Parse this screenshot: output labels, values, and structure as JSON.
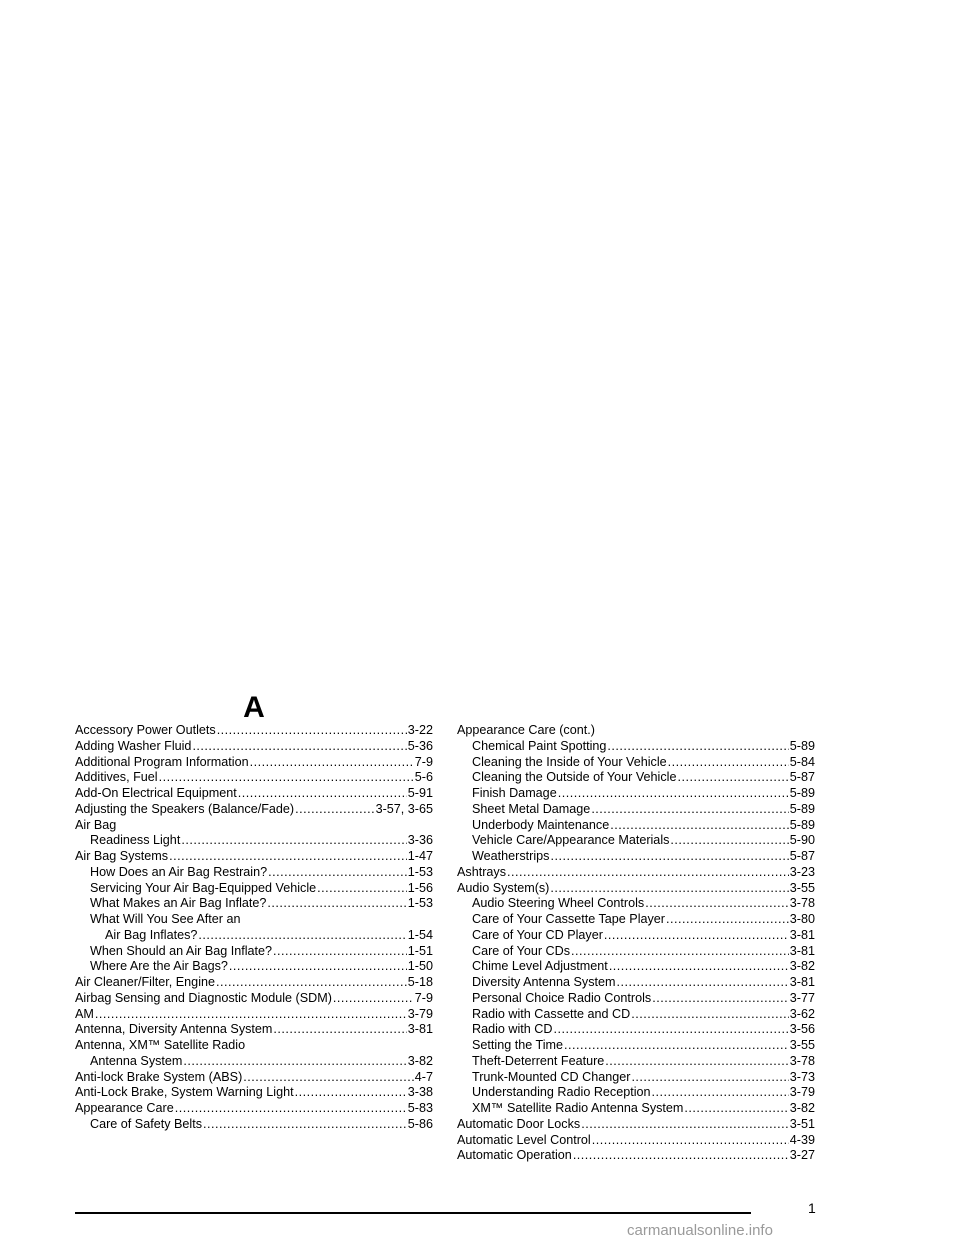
{
  "section_letter": "A",
  "left_column": [
    {
      "text": "Accessory Power Outlets",
      "page": "3-22",
      "level": 0
    },
    {
      "text": "Adding Washer Fluid",
      "page": "5-36",
      "level": 0
    },
    {
      "text": "Additional Program Information",
      "page": "7-9",
      "level": 0
    },
    {
      "text": "Additives, Fuel",
      "page": "5-6",
      "level": 0
    },
    {
      "text": "Add-On Electrical Equipment",
      "page": "5-91",
      "level": 0
    },
    {
      "text": "Adjusting the Speakers (Balance/Fade)",
      "page": "3-57, 3-65",
      "level": 0
    },
    {
      "text": "Air Bag",
      "page": "",
      "level": 0
    },
    {
      "text": "Readiness Light",
      "page": "3-36",
      "level": 1
    },
    {
      "text": "Air Bag Systems",
      "page": "1-47",
      "level": 0
    },
    {
      "text": "How Does an Air Bag Restrain?",
      "page": "1-53",
      "level": 1
    },
    {
      "text": "Servicing Your Air Bag-Equipped Vehicle",
      "page": "1-56",
      "level": 1
    },
    {
      "text": "What Makes an Air Bag Inflate?",
      "page": "1-53",
      "level": 1
    },
    {
      "text": "What Will You See After an",
      "page": "",
      "level": 1
    },
    {
      "text": "Air Bag Inflates?",
      "page": "1-54",
      "level": 2
    },
    {
      "text": "When Should an Air Bag Inflate?",
      "page": "1-51",
      "level": 1
    },
    {
      "text": "Where Are the Air Bags?",
      "page": "1-50",
      "level": 1
    },
    {
      "text": "Air Cleaner/Filter, Engine",
      "page": "5-18",
      "level": 0
    },
    {
      "text": "Airbag Sensing and Diagnostic Module (SDM)",
      "page": "7-9",
      "level": 0
    },
    {
      "text": "AM",
      "page": "3-79",
      "level": 0
    },
    {
      "text": "Antenna, Diversity Antenna System",
      "page": "3-81",
      "level": 0
    },
    {
      "text": "Antenna, XM™ Satellite Radio",
      "page": "",
      "level": 0
    },
    {
      "text": "Antenna System",
      "page": "3-82",
      "level": 1
    },
    {
      "text": "Anti-lock Brake System (ABS)",
      "page": "4-7",
      "level": 0
    },
    {
      "text": "Anti-Lock Brake, System Warning Light",
      "page": "3-38",
      "level": 0
    },
    {
      "text": "Appearance Care",
      "page": "5-83",
      "level": 0
    },
    {
      "text": "Care of Safety Belts",
      "page": "5-86",
      "level": 1
    }
  ],
  "right_column": [
    {
      "text": "Appearance Care (cont.)",
      "page": "",
      "level": 0
    },
    {
      "text": "Chemical Paint Spotting",
      "page": "5-89",
      "level": 1
    },
    {
      "text": "Cleaning the Inside of Your Vehicle",
      "page": "5-84",
      "level": 1
    },
    {
      "text": "Cleaning the Outside of Your Vehicle",
      "page": "5-87",
      "level": 1
    },
    {
      "text": "Finish Damage",
      "page": "5-89",
      "level": 1
    },
    {
      "text": "Sheet Metal Damage",
      "page": "5-89",
      "level": 1
    },
    {
      "text": "Underbody Maintenance",
      "page": "5-89",
      "level": 1
    },
    {
      "text": "Vehicle Care/Appearance Materials",
      "page": "5-90",
      "level": 1
    },
    {
      "text": "Weatherstrips",
      "page": "5-87",
      "level": 1
    },
    {
      "text": "Ashtrays",
      "page": "3-23",
      "level": 0
    },
    {
      "text": "Audio System(s)",
      "page": "3-55",
      "level": 0
    },
    {
      "text": "Audio Steering Wheel Controls",
      "page": "3-78",
      "level": 1
    },
    {
      "text": "Care of Your Cassette Tape Player",
      "page": "3-80",
      "level": 1
    },
    {
      "text": "Care of Your CD Player",
      "page": "3-81",
      "level": 1
    },
    {
      "text": "Care of Your CDs",
      "page": "3-81",
      "level": 1
    },
    {
      "text": "Chime Level Adjustment",
      "page": "3-82",
      "level": 1
    },
    {
      "text": "Diversity Antenna System",
      "page": "3-81",
      "level": 1
    },
    {
      "text": "Personal Choice Radio Controls",
      "page": "3-77",
      "level": 1
    },
    {
      "text": "Radio with Cassette and CD",
      "page": "3-62",
      "level": 1
    },
    {
      "text": "Radio with CD",
      "page": "3-56",
      "level": 1
    },
    {
      "text": "Setting the Time",
      "page": "3-55",
      "level": 1
    },
    {
      "text": "Theft-Deterrent Feature",
      "page": "3-78",
      "level": 1
    },
    {
      "text": "Trunk-Mounted CD Changer",
      "page": "3-73",
      "level": 1
    },
    {
      "text": "Understanding Radio Reception",
      "page": "3-79",
      "level": 1
    },
    {
      "text": "XM™ Satellite Radio Antenna System",
      "page": "3-82",
      "level": 1
    },
    {
      "text": "Automatic Door Locks",
      "page": "3-51",
      "level": 0
    },
    {
      "text": "Automatic Level Control",
      "page": "4-39",
      "level": 0
    },
    {
      "text": "Automatic Operation",
      "page": "3-27",
      "level": 0
    }
  ],
  "page_number": "1",
  "watermark": "carmanualsonline.info"
}
